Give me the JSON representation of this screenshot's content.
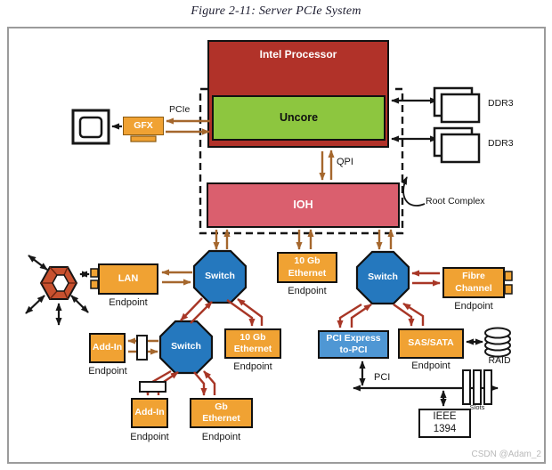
{
  "figure": {
    "title": "Figure 2-11: Server PCIe System"
  },
  "watermark": "CSDN @Adam_2",
  "colors": {
    "processor_red": "#b13229",
    "uncore_green": "#8dc63f",
    "ioh_pink": "#da5f6e",
    "box_orange": "#f0a233",
    "switch_blue": "#2578be",
    "bridge_blue": "#4f97d4",
    "hub_rust": "#c8512f",
    "arrow_brown": "#a5672d",
    "arrow_red": "#a83626",
    "line_black": "#161616",
    "frame_gray": "#9b9b9b",
    "watermark_gray": "#b9b9b9"
  },
  "blocks": {
    "processor": {
      "label": "Intel Processor"
    },
    "uncore": {
      "label": "Uncore"
    },
    "gfx": {
      "label": "GFX"
    },
    "ioh": {
      "label": "IOH"
    },
    "lan": {
      "label": "LAN"
    },
    "eth10g_top": {
      "line1": "10 Gb",
      "line2": "Ethernet"
    },
    "eth10g_mid": {
      "line1": "10 Gb",
      "line2": "Ethernet"
    },
    "gb_eth": {
      "line1": "Gb",
      "line2": "Ethernet"
    },
    "addin_left": {
      "label": "Add-In"
    },
    "addin_bottom": {
      "label": "Add-In"
    },
    "fibre": {
      "line1": "Fibre",
      "line2": "Channel"
    },
    "pci_bridge": {
      "line1": "PCI Express",
      "line2": "to-PCI"
    },
    "sas": {
      "label": "SAS/SATA"
    },
    "ieee1394": {
      "line1": "IEEE",
      "line2": "1394"
    }
  },
  "switch_label": "Switch",
  "endpoint_label": "Endpoint",
  "annotations": {
    "pcie": "PCIe",
    "qpi": "QPI",
    "root_complex": "Root Complex",
    "ddr3": "DDR3",
    "raid": "RAID",
    "pci": "PCI",
    "slots": "Slots"
  },
  "icons": {
    "display": "monitor-icon",
    "network_hub": "network-hub-icon",
    "memory": "memory-module-icon",
    "raid": "disk-stack-icon",
    "slots": "pci-slots-icon",
    "card_connector": "card-connector-icon"
  }
}
